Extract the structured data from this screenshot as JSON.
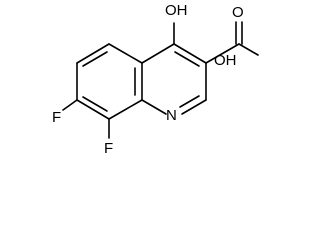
{
  "molecule": {
    "atoms": {
      "hydroxyl": "OH",
      "carboxyl_oh": "OH",
      "carboxyl_o": "O",
      "fluoro_7": "F",
      "fluoro_8": "F",
      "ring_nitrogen": "N"
    }
  }
}
